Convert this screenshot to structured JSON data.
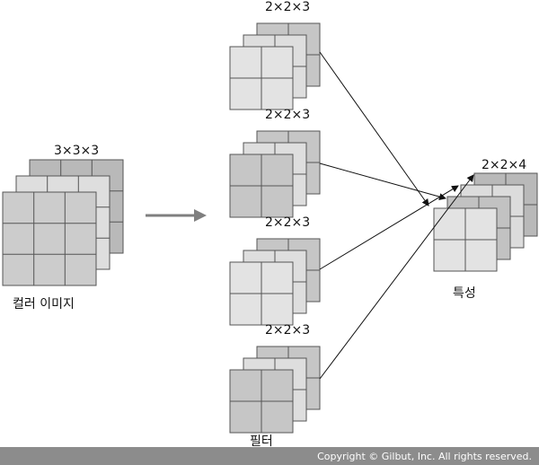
{
  "input": {
    "dims": "3×3×3",
    "label": "컬러 이미지"
  },
  "filters": {
    "label": "필터",
    "items": [
      {
        "dims": "2×2×3",
        "front_color": "#e3e3e3"
      },
      {
        "dims": "2×2×3",
        "front_color": "#c6c6c6"
      },
      {
        "dims": "2×2×3",
        "front_color": "#e3e3e3"
      },
      {
        "dims": "2×2×3",
        "front_color": "#c6c6c6"
      }
    ]
  },
  "output": {
    "dims": "2×2×4",
    "label": "특성"
  },
  "footer": {
    "copyright": "Copyright © Gilbut, Inc. All rights reserved."
  }
}
